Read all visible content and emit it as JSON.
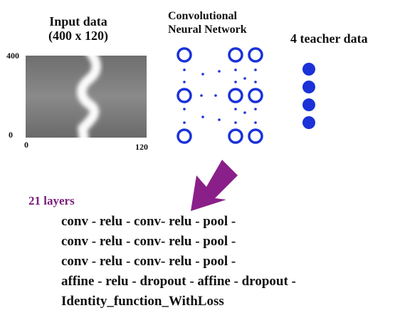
{
  "input": {
    "title_line1": "Input data",
    "title_line2": "(400 x 120)",
    "y_top_tick": "400",
    "y_bottom_tick": "0",
    "x_left_tick": "0",
    "x_right_tick": "120"
  },
  "network": {
    "title_line1": "Convolutional",
    "title_line2": "Neural Network",
    "node_color": "#1a32d8"
  },
  "teacher": {
    "title": "4 teacher data",
    "count": 4,
    "dot_color": "#1a32d8"
  },
  "arrow_color": "#8a1f8a",
  "layers": {
    "title": "21 layers",
    "title_color": "#7a1f7a",
    "lines": [
      "conv - relu - conv- relu - pool -",
      "conv - relu - conv- relu - pool -",
      "conv - relu - conv- relu - pool -",
      "affine - relu - dropout - affine - dropout -",
      "Identity_function_WithLoss"
    ]
  }
}
